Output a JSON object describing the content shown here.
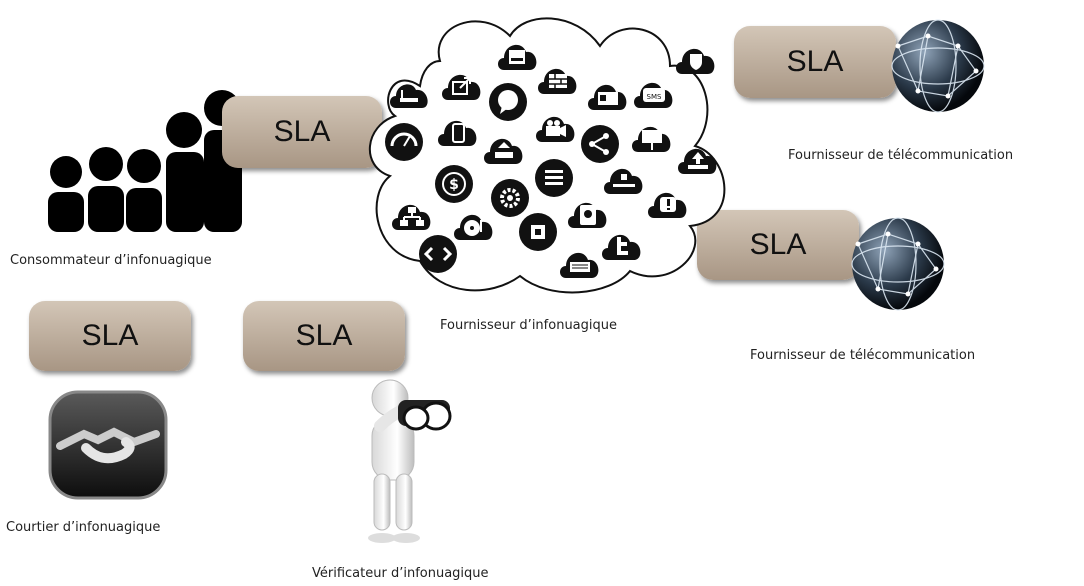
{
  "sla_label": "SLA",
  "labels": {
    "consumer": "Consommateur d’infonuagique",
    "provider": "Fournisseur d’infonuagique",
    "telecom_top": "Fournisseur de télécommunication",
    "telecom_bottom": "Fournisseur de télécommunication",
    "broker": "Courtier d’infonuagique",
    "auditor": "Vérificateur d’infonuagique"
  },
  "icons": [
    "router-icon",
    "external-link-icon",
    "printer-icon",
    "firewall-icon",
    "chat-bubble-icon",
    "contact-card-icon",
    "sms-icon",
    "shield-icon",
    "speedometer-icon",
    "smartphone-icon",
    "upload-tray-icon",
    "video-camera-icon",
    "share-icon",
    "presentation-icon",
    "upload-icon",
    "dollar-icon",
    "gear-icon",
    "list-icon",
    "network-node-icon",
    "alert-icon",
    "sitemap-icon",
    "disc-music-icon",
    "chip-icon",
    "hard-drive-icon",
    "code-icon",
    "keyboard-icon",
    "tumblr-icon"
  ],
  "colors": {
    "sla_fill": "#bcae9f",
    "icon_dark": "#111111"
  }
}
